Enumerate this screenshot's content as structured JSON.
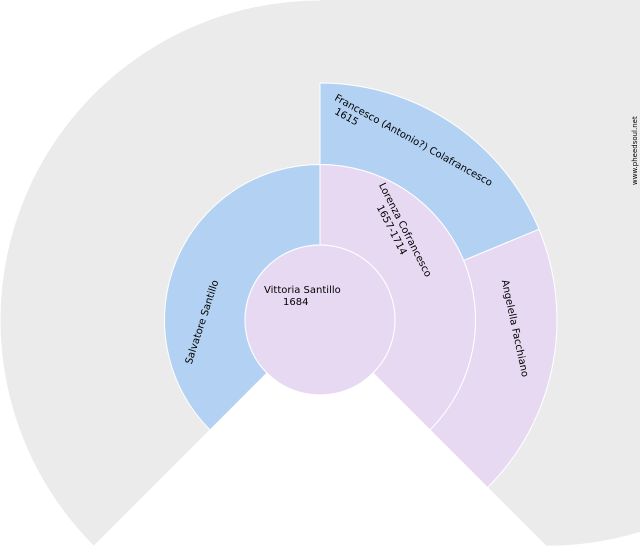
{
  "watermark": "www.pheedsoul.net",
  "colors": {
    "male": "#b3d1f2",
    "female": "#e8d9f2",
    "empty": "#ebebeb",
    "background": "#ffffff"
  },
  "people": {
    "root": {
      "name": "Vittoria Santillo",
      "dates": "1684"
    },
    "father": {
      "name": "Salvatore Santillo",
      "dates": ""
    },
    "mother": {
      "name": "Lorenza Cofrancesco",
      "dates": "1657-1714"
    },
    "maternal_grandfather": {
      "name": "Francesco (Antonio?) Colafrancesco",
      "dates": "1615"
    },
    "maternal_grandmother": {
      "name": "Angelella Facchiano",
      "dates": ""
    }
  }
}
